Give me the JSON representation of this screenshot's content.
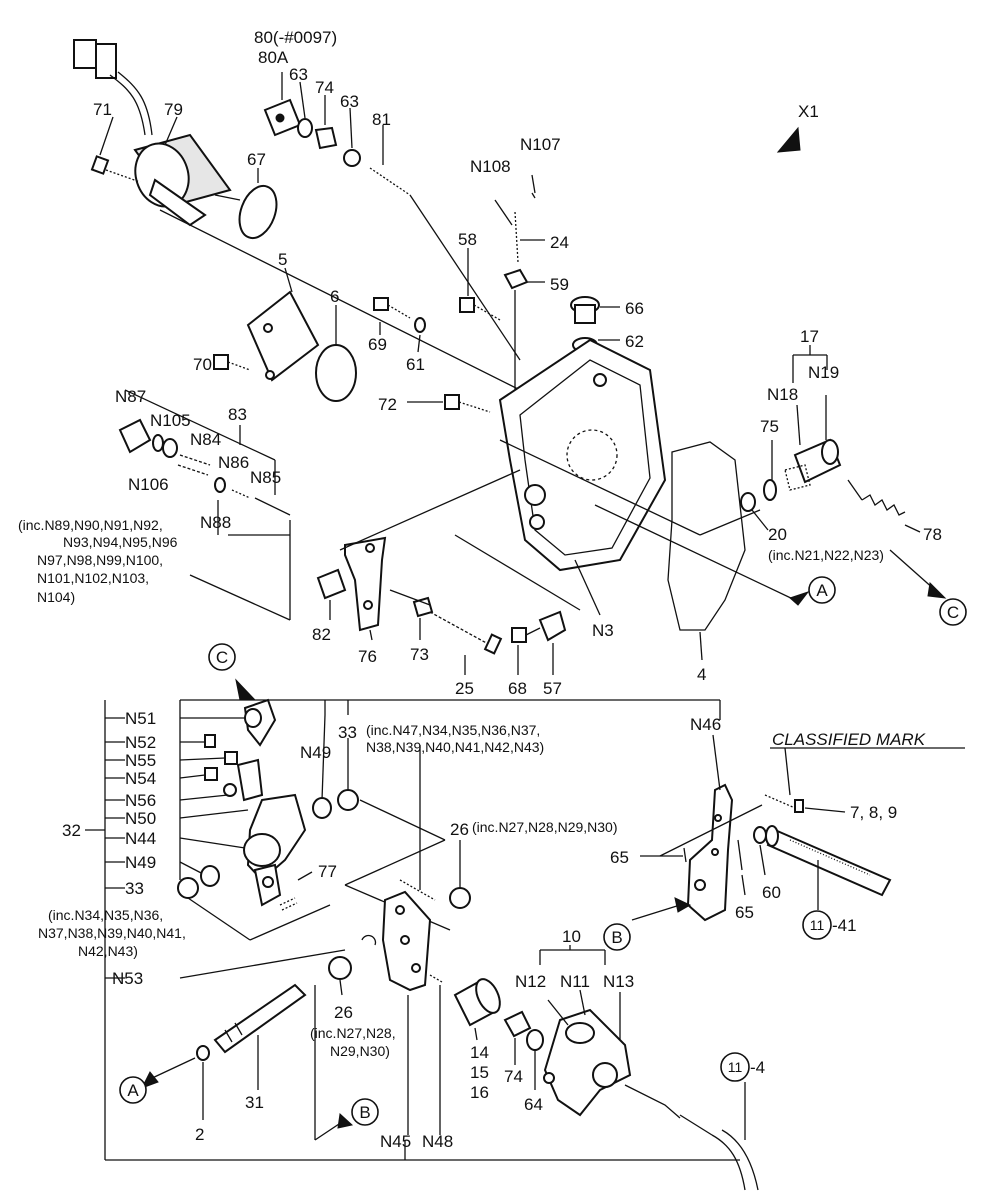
{
  "labels": {
    "p80": "80(-#0097)",
    "p80a": "80A",
    "p63a": "63",
    "p74a": "74",
    "p63b": "63",
    "p81": "81",
    "p71": "71",
    "p79": "79",
    "p67": "67",
    "x1": "X1",
    "n107": "N107",
    "n108": "N108",
    "p24": "24",
    "p58": "58",
    "p59": "59",
    "p66": "66",
    "p62": "62",
    "p5": "5",
    "p6": "6",
    "p69": "69",
    "p61": "61",
    "p70": "70",
    "p17": "17",
    "n18": "N18",
    "n19": "N19",
    "n87": "N87",
    "n105": "N105",
    "p83": "83",
    "p72": "72",
    "n84": "N84",
    "p75": "75",
    "n86": "N86",
    "n106": "N106",
    "n85": "N85",
    "n88": "N88",
    "p20": "20",
    "p78": "78",
    "inc_n89_l1": "(inc.N89,N90,N91,N92,",
    "inc_n89_l2": "N93,N94,N95,N96",
    "inc_n89_l3": "N97,N98,N99,N100,",
    "inc_n89_l4": "N101,N102,N103,",
    "inc_n89_l5": "N104)",
    "inc_n21": "(inc.N21,N22,N23)",
    "p82": "82",
    "p76": "76",
    "p73": "73",
    "p25": "25",
    "p68": "68",
    "p57": "57",
    "n3": "N3",
    "p4": "4",
    "n51": "N51",
    "n52": "N52",
    "n55": "N55",
    "n54": "N54",
    "n56": "N56",
    "n50": "N50",
    "n44": "N44",
    "n49a": "N49",
    "n49b": "N49",
    "p32": "32",
    "p33a": "33",
    "p33b": "33",
    "p77": "77",
    "inc_n47_l1": "(inc.N47,N34,N35,N36,N37,",
    "inc_n47_l2": "N38,N39,N40,N41,N42,N43)",
    "n46": "N46",
    "classified": "CLASSIFIED MARK",
    "p789": "7, 8, 9",
    "p26a": "26",
    "inc_n27_a": "(inc.N27,N28,N29,N30)",
    "p65a": "65",
    "p65b": "65",
    "p60": "60",
    "p11_41": "-41",
    "p11_4": "-4",
    "inc_n34_l1": "(inc.N34,N35,N36,",
    "inc_n34_l2": "N37,N38,N39,N40,N41,",
    "inc_n34_l3": "N42,N43)",
    "n53": "N53",
    "p10": "10",
    "n12": "N12",
    "n11": "N11",
    "n13": "N13",
    "p26b": "26",
    "inc_n27_b1": "(inc.N27,N28,",
    "inc_n27_b2": "N29,N30)",
    "p14": "14",
    "p15": "15",
    "p16": "16",
    "p74b": "74",
    "p64": "64",
    "p2": "2",
    "p31": "31",
    "n45": "N45",
    "n48": "N48"
  },
  "callouts": {
    "a": "A",
    "b": "B",
    "c": "C",
    "eleven": "11"
  }
}
